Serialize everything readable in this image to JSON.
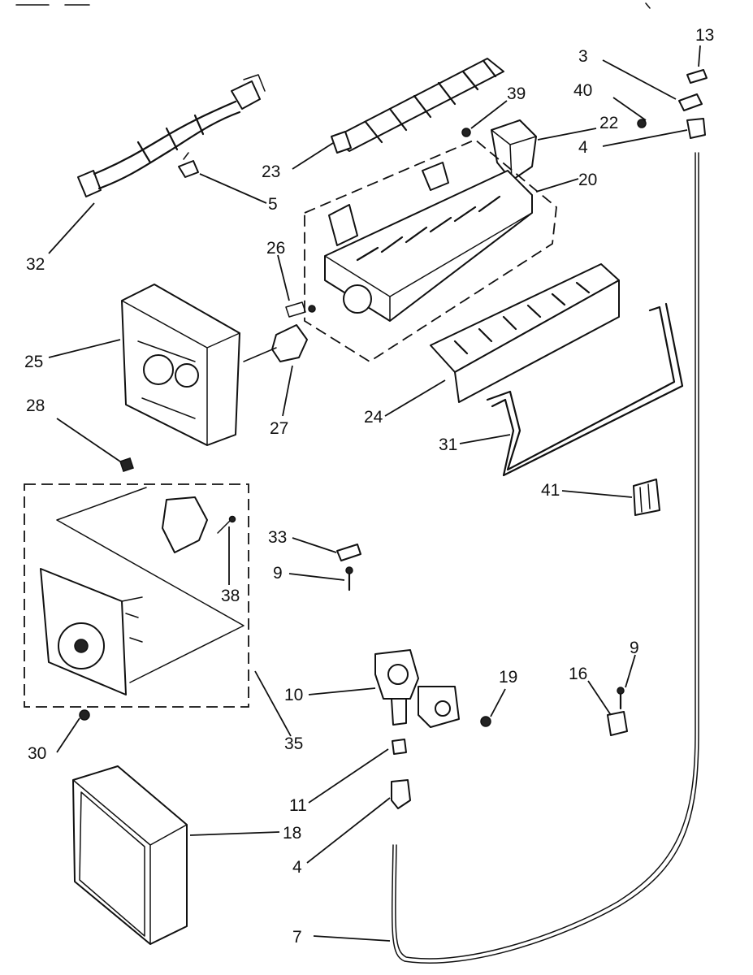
{
  "diagram": {
    "callouts": [
      {
        "id": "c13",
        "text": "13"
      },
      {
        "id": "c3",
        "text": "3"
      },
      {
        "id": "c40",
        "text": "40"
      },
      {
        "id": "c4a",
        "text": "4"
      },
      {
        "id": "c39",
        "text": "39"
      },
      {
        "id": "c22",
        "text": "22"
      },
      {
        "id": "c23",
        "text": "23"
      },
      {
        "id": "c20",
        "text": "20"
      },
      {
        "id": "c5",
        "text": "5"
      },
      {
        "id": "c32",
        "text": "32"
      },
      {
        "id": "c26",
        "text": "26"
      },
      {
        "id": "c25",
        "text": "25"
      },
      {
        "id": "c27",
        "text": "27"
      },
      {
        "id": "c28",
        "text": "28"
      },
      {
        "id": "c24",
        "text": "24"
      },
      {
        "id": "c31",
        "text": "31"
      },
      {
        "id": "c41",
        "text": "41"
      },
      {
        "id": "c33",
        "text": "33"
      },
      {
        "id": "c9a",
        "text": "9"
      },
      {
        "id": "c38",
        "text": "38"
      },
      {
        "id": "c9b",
        "text": "9"
      },
      {
        "id": "c19",
        "text": "19"
      },
      {
        "id": "c16",
        "text": "16"
      },
      {
        "id": "c10",
        "text": "10"
      },
      {
        "id": "c30",
        "text": "30"
      },
      {
        "id": "c35",
        "text": "35"
      },
      {
        "id": "c11",
        "text": "11"
      },
      {
        "id": "c18",
        "text": "18"
      },
      {
        "id": "c4b",
        "text": "4"
      },
      {
        "id": "c7",
        "text": "7"
      }
    ]
  }
}
